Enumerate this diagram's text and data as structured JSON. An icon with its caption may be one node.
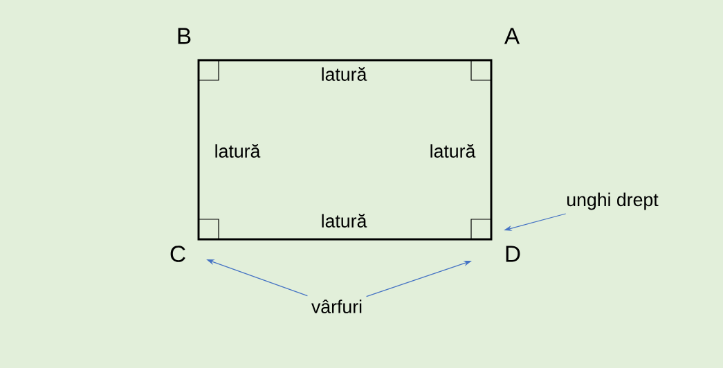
{
  "diagram": {
    "nodes": [
      {
        "text": [
          "vârfuri"
        ]
      },
      {
        "text": [
          "unghi drept"
        ]
      }
    ],
    "edges": [
      {
        "from": 0,
        "to": null,
        "arrow": "to"
      },
      {
        "from": 0,
        "to": null,
        "arrow": "to"
      },
      {
        "from": 1,
        "to": null,
        "arrow": "to"
      }
    ],
    "labels": [
      "B",
      "A",
      "latură",
      "latură",
      "latură",
      "latură",
      "C",
      "D"
    ]
  }
}
